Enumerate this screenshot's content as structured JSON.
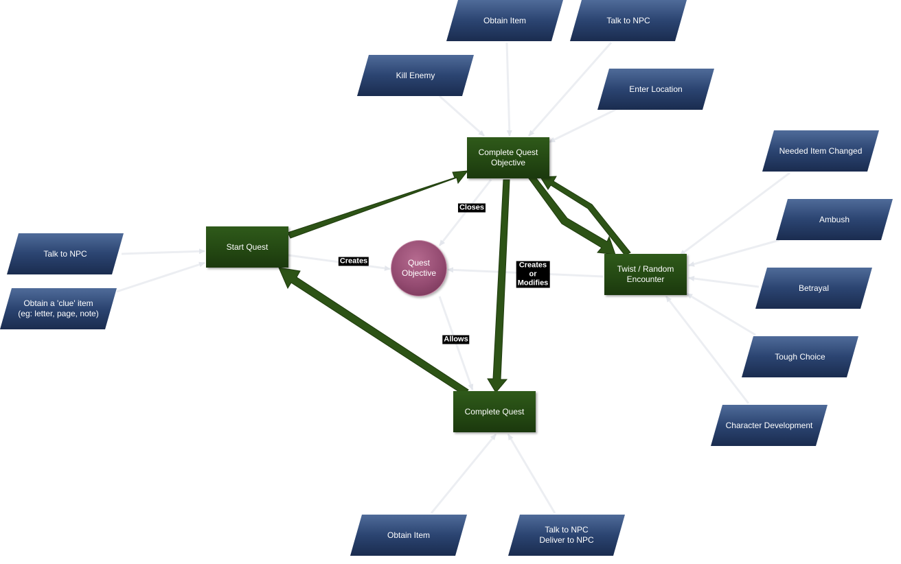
{
  "colors": {
    "action_fill": "#2b4471",
    "main_fill": "#234712",
    "circle_fill": "#944b71",
    "main_arrow": "#2d5316",
    "light_arrow": "#eef0f3"
  },
  "nodes": {
    "kill_enemy": "Kill  Enemy",
    "obtain_item_top": "Obtain Item",
    "talk_npc_top": "Talk to NPC",
    "enter_location": "Enter Location",
    "needed_item_changed": "Needed Item Changed",
    "ambush": "Ambush",
    "betrayal": "Betrayal",
    "tough_choice": "Tough Choice",
    "character_development": "Character Development",
    "talk_npc_left": "Talk to NPC",
    "obtain_clue": "Obtain a 'clue' item\n(eg: letter, page, note)",
    "obtain_item_bottom": "Obtain Item",
    "talk_deliver_npc": "Talk to NPC\nDeliver to NPC",
    "start_quest": "Start Quest",
    "complete_objective": "Complete Quest\nObjective",
    "twist_encounter": "Twist / Random\nEncounter",
    "complete_quest": "Complete Quest",
    "quest_objective": "Quest\nObjective"
  },
  "edge_labels": {
    "closes": "Closes",
    "creates": "Creates",
    "creates_modifies": "Creates\nor\nModifies",
    "allows": "Allows"
  }
}
